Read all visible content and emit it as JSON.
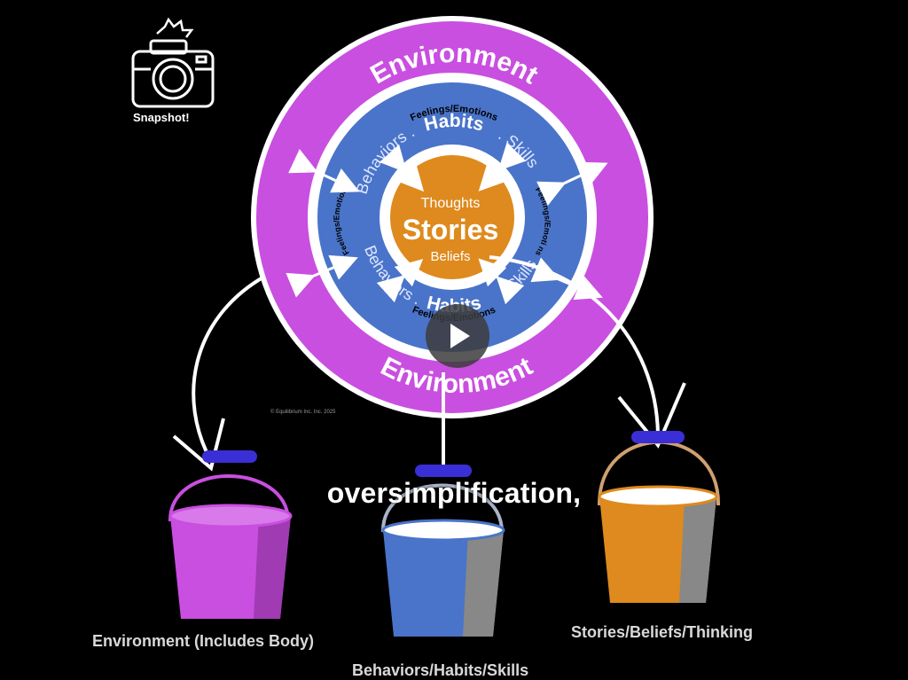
{
  "diagram": {
    "outer_ring_top": "Environment",
    "outer_ring_bottom": "Environment",
    "feelings_top": "Feelings/Emotions",
    "feelings_left": "Feelings/Emotions",
    "feelings_right": "Feelings/Emoti ns",
    "feelings_bottom": "Feelings/Emotions",
    "middle_top_left": "Behaviors .",
    "middle_top_center": "Habits",
    "middle_top_right": ". Skills",
    "middle_bottom_left": "Behaviors .",
    "middle_bottom_center": "Habits",
    "middle_bottom_right": ". Skills",
    "core_top": "Thoughts",
    "core_center": "Stories",
    "core_bottom": "Beliefs",
    "copyright": "© Equilibrium Inc. Inc. 2025"
  },
  "snapshot": {
    "label": "Snapshot!"
  },
  "caption": "oversimplification,",
  "buckets": [
    {
      "label": "Environment  (Includes Body)",
      "color": "#c94fe0"
    },
    {
      "label": "Behaviors/Habits/Skills",
      "color": "#4a74c9"
    },
    {
      "label": "Stories/Beliefs/Thinking",
      "color": "#de8a1e"
    }
  ],
  "colors": {
    "environment": "#c94fe0",
    "behaviors": "#4a74c9",
    "stories": "#de8a1e",
    "handle": "#3a2fd6",
    "background": "#000000"
  },
  "player": {
    "icon": "play-icon"
  }
}
